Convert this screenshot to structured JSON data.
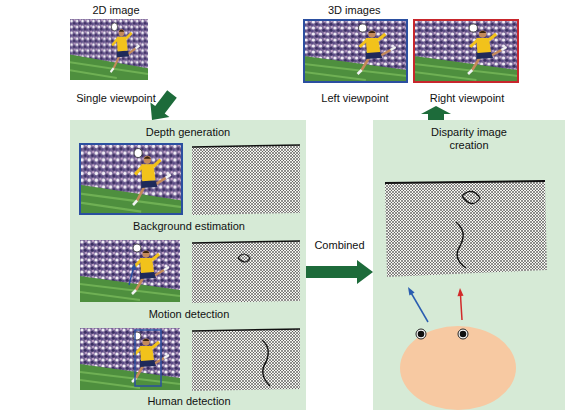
{
  "diagram": {
    "nodes": [
      {
        "text": [
          "2D image",
          "Single viewpoint"
        ]
      },
      {
        "text": [
          "Depth generation"
        ]
      },
      {
        "text": [
          "Background estimation"
        ],
        "in": 1
      },
      {
        "text": [
          "Motion detection"
        ],
        "in": 1
      },
      {
        "text": [
          "Human detection"
        ],
        "in": 1
      },
      {
        "text": [
          "Disparity image creation"
        ]
      },
      {
        "text": [
          "3D images"
        ]
      },
      {
        "text": [
          "Left viewpoint"
        ],
        "in": 6
      },
      {
        "text": [
          "Right viewpoint"
        ],
        "in": 6
      }
    ],
    "edges": [
      {
        "from": 0,
        "to": 1,
        "arrow": "to"
      },
      {
        "from": 1,
        "to": 5,
        "label": "Combined",
        "arrow": "to"
      },
      {
        "from": 5,
        "to": 6,
        "arrow": "to"
      }
    ]
  }
}
